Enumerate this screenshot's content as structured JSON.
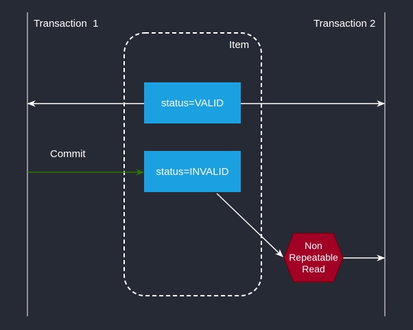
{
  "lanes": {
    "left": "Transaction  1",
    "right": "Transaction 2"
  },
  "group": {
    "label": "Item"
  },
  "boxes": {
    "valid": "status=VALID",
    "invalid": "status=INVALID"
  },
  "edges": {
    "commit": "Commit"
  },
  "result": {
    "label": "Non\nRepeatable\nRead"
  },
  "colors": {
    "background": "#262a34",
    "box": "#1ba1e2",
    "hexagon": "#a20025",
    "commit_arrow": "#2d7600",
    "line": "#ffffff"
  }
}
